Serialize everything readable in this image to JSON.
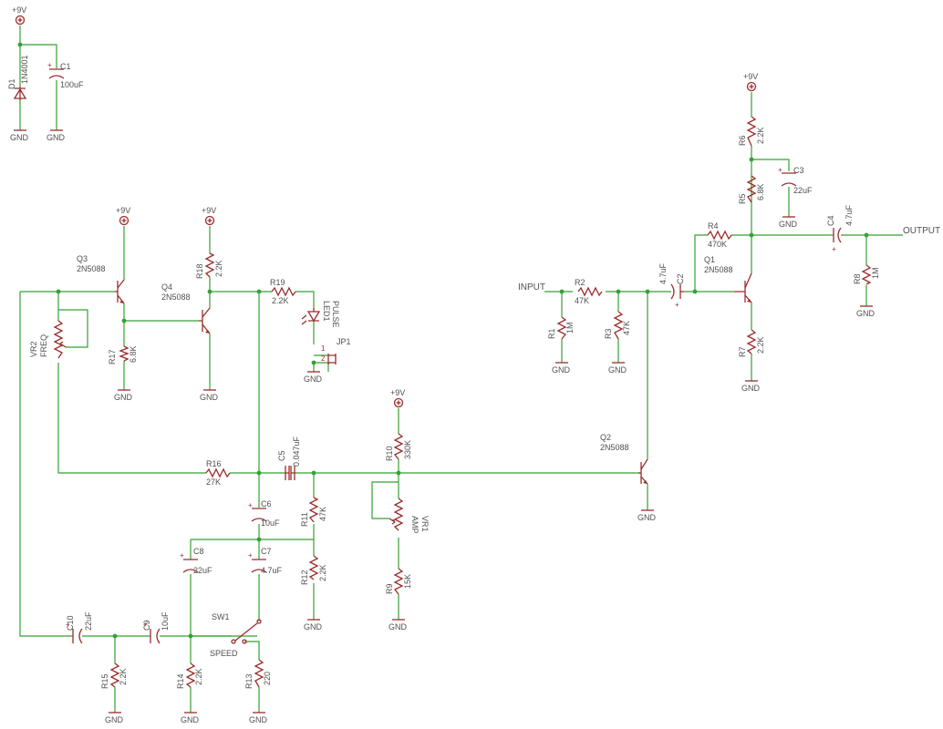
{
  "nets": {
    "vcc": "+9V",
    "gnd": "GND",
    "input": "INPUT",
    "output": "OUTPUT"
  },
  "components": {
    "D1": {
      "name": "D1",
      "value": "1N4001"
    },
    "C1": {
      "name": "C1",
      "value": "100uF"
    },
    "C2": {
      "name": "C2",
      "value": "4.7uF"
    },
    "C3": {
      "name": "C3",
      "value": "22uF"
    },
    "C4": {
      "name": "C4",
      "value": "4.7uF"
    },
    "C5": {
      "name": "C5",
      "value": "0.047uF"
    },
    "C6": {
      "name": "C6",
      "value": "10uF"
    },
    "C7": {
      "name": "C7",
      "value": "4.7uF"
    },
    "C8": {
      "name": "C8",
      "value": "22uF"
    },
    "C9": {
      "name": "C9",
      "value": "10uF"
    },
    "C10": {
      "name": "C10",
      "value": "22uF"
    },
    "R1": {
      "name": "R1",
      "value": "1M"
    },
    "R2": {
      "name": "R2",
      "value": "47K"
    },
    "R3": {
      "name": "R3",
      "value": "47K"
    },
    "R4": {
      "name": "R4",
      "value": "470K"
    },
    "R5": {
      "name": "R5",
      "value": "6.8K"
    },
    "R6": {
      "name": "R6",
      "value": "2.2K"
    },
    "R7": {
      "name": "R7",
      "value": "2.2K"
    },
    "R8": {
      "name": "R8",
      "value": "1M"
    },
    "R9": {
      "name": "R9",
      "value": "15K"
    },
    "R10": {
      "name": "R10",
      "value": "330K"
    },
    "R11": {
      "name": "R11",
      "value": "47K"
    },
    "R12": {
      "name": "R12",
      "value": "2.2K"
    },
    "R13": {
      "name": "R13",
      "value": "220"
    },
    "R14": {
      "name": "R14",
      "value": "2.2K"
    },
    "R15": {
      "name": "R15",
      "value": "2.2K"
    },
    "R16": {
      "name": "R16",
      "value": "27K"
    },
    "R17": {
      "name": "R17",
      "value": "6.8K"
    },
    "R18": {
      "name": "R18",
      "value": "2.2K"
    },
    "R19": {
      "name": "R19",
      "value": "2.2K"
    },
    "Q1": {
      "name": "Q1",
      "value": "2N5088"
    },
    "Q2": {
      "name": "Q2",
      "value": "2N5088"
    },
    "Q3": {
      "name": "Q3",
      "value": "2N5088"
    },
    "Q4": {
      "name": "Q4",
      "value": "2N5088"
    },
    "VR1": {
      "name": "VR1",
      "value": "AMP"
    },
    "VR2": {
      "name": "VR2",
      "value": "FREQ"
    },
    "LED1": {
      "name": "LED1",
      "value": "PULSE"
    },
    "JP1": {
      "name": "JP1",
      "pin1": "1",
      "pin2": "2"
    },
    "SW1": {
      "name": "SW1",
      "value": "SPEED"
    }
  }
}
